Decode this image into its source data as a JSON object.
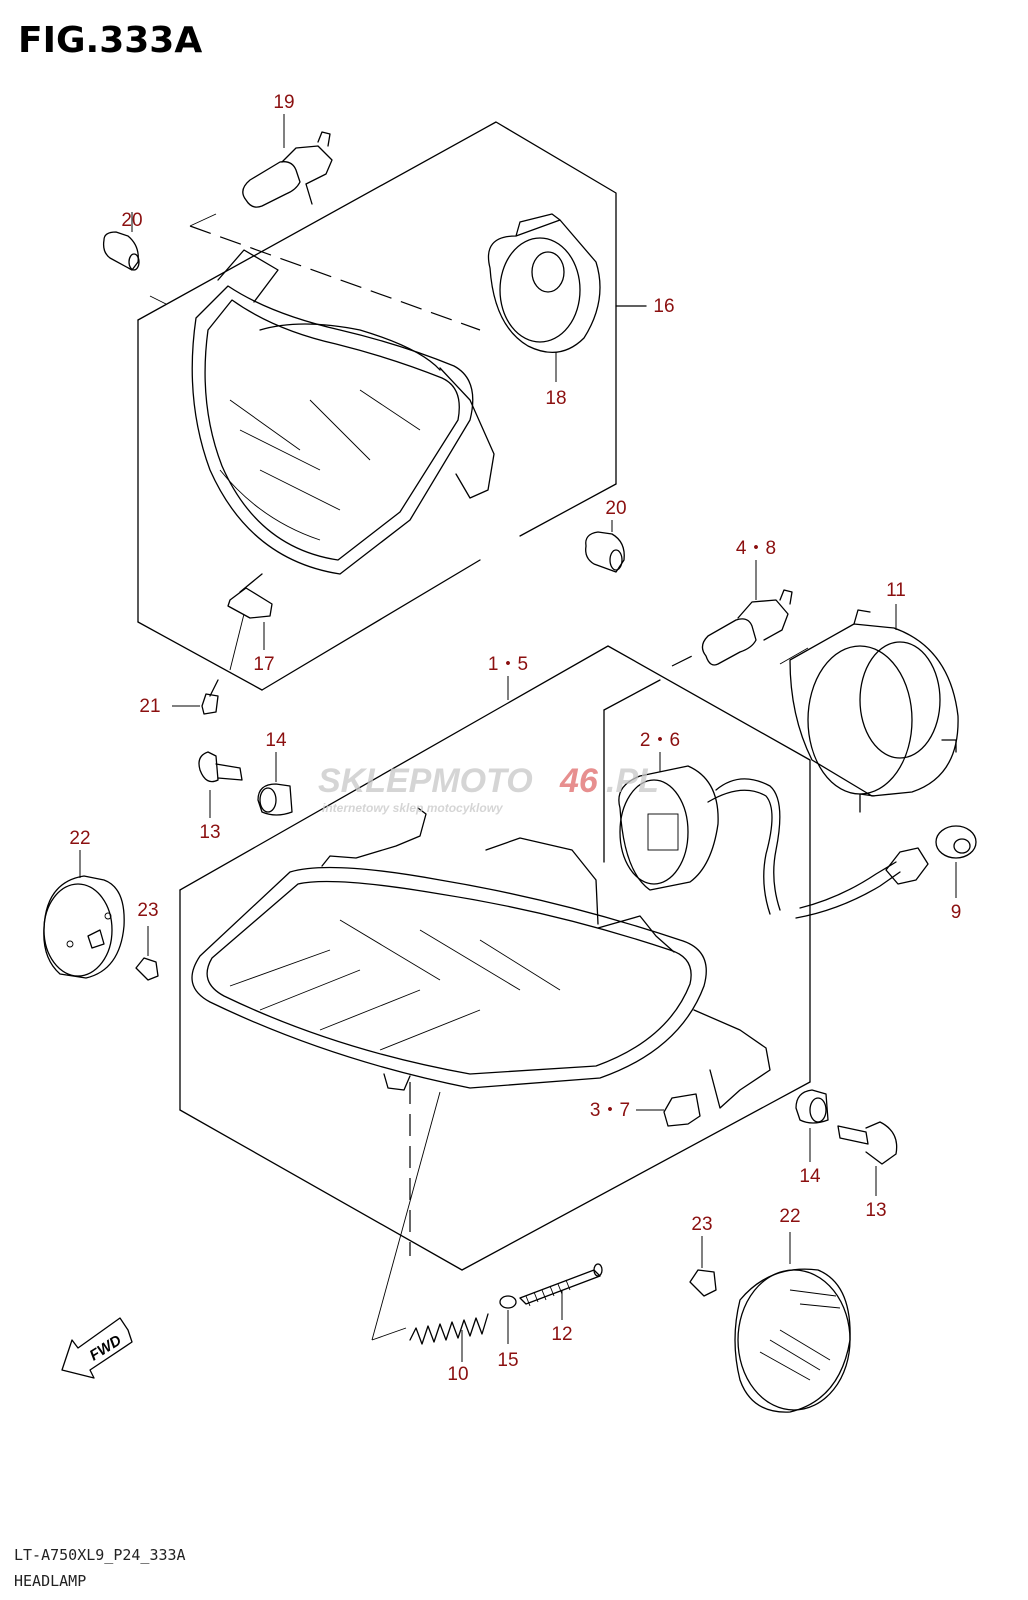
{
  "figure": {
    "title": "FIG.333A",
    "code": "LT-A750XL9_P24_333A",
    "name": "HEADLAMP"
  },
  "watermark": {
    "brand_a": "SKLEPMOTO",
    "brand_b": "46",
    "brand_c": ".PL",
    "tagline": "internetowy sklep motocyklowy"
  },
  "fwd_label": "FWD",
  "callouts": {
    "p19": "19",
    "p20a": "20",
    "p16": "16",
    "p18": "18",
    "p20b": "20",
    "p17": "17",
    "p21": "21",
    "p48": "4・8",
    "p11": "11",
    "p15set": "1・5",
    "p14a": "14",
    "p13a": "13",
    "p26": "2・6",
    "p22a": "22",
    "p23a": "23",
    "p9": "9",
    "p37": "3・7",
    "p14b": "14",
    "p13b": "13",
    "p23b": "23",
    "p22b": "22",
    "p12": "12",
    "p10": "10",
    "p15": "15"
  },
  "colors": {
    "callout": "#8b1010",
    "watermark_red": "#e06a6a",
    "watermark_grey": "#c8c8c8"
  }
}
